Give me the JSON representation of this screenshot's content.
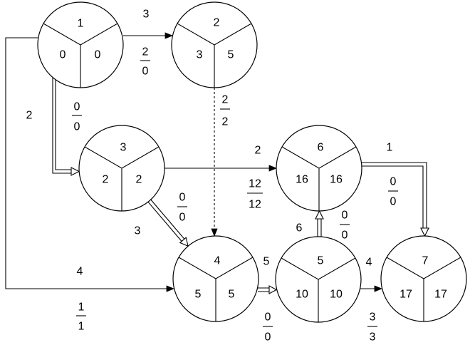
{
  "colors": {
    "line": "#000000",
    "background": "#ffffff"
  },
  "nodes": {
    "n1": {
      "number": "1",
      "early": "0",
      "late": "0"
    },
    "n2": {
      "number": "2",
      "early": "3",
      "late": "5"
    },
    "n3": {
      "number": "3",
      "early": "2",
      "late": "2"
    },
    "n4": {
      "number": "4",
      "early": "5",
      "late": "5"
    },
    "n5": {
      "number": "5",
      "early": "10",
      "late": "10"
    },
    "n6": {
      "number": "6",
      "early": "16",
      "late": "16"
    },
    "n7": {
      "number": "7",
      "early": "17",
      "late": "17"
    }
  },
  "edges": {
    "e1_2": {
      "duration": "3",
      "fraction_top": "2",
      "fraction_bottom": "0",
      "critical": false
    },
    "e1_3": {
      "duration": "2",
      "fraction_top": "0",
      "fraction_bottom": "0",
      "critical": true
    },
    "e1_4": {
      "duration": "4",
      "fraction_top": "1",
      "fraction_bottom": "1",
      "critical": false
    },
    "e2_4": {
      "fraction_top": "2",
      "fraction_bottom": "2",
      "critical": false,
      "dummy": true
    },
    "e3_4": {
      "duration": "3",
      "fraction_top": "0",
      "fraction_bottom": "0",
      "critical": true
    },
    "e3_6": {
      "duration": "2",
      "fraction_top": "12",
      "fraction_bottom": "12",
      "critical": false
    },
    "e4_5": {
      "duration": "5",
      "fraction_top": "0",
      "fraction_bottom": "0",
      "critical": true
    },
    "e5_6": {
      "duration": "6",
      "fraction_top": "0",
      "fraction_bottom": "0",
      "critical": true
    },
    "e5_7": {
      "duration": "4",
      "fraction_top": "3",
      "fraction_bottom": "3",
      "critical": false
    },
    "e6_7": {
      "duration": "1",
      "fraction_top": "0",
      "fraction_bottom": "0",
      "critical": true
    }
  }
}
